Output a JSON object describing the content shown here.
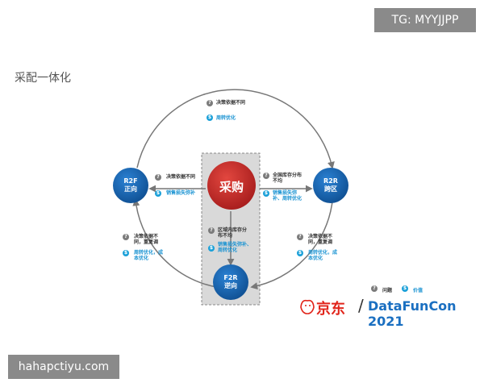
{
  "watermark_top": "TG: MYYJJPP",
  "watermark_bottom": "hahapctiyu.com",
  "page_title": "采配一体化",
  "nodes": {
    "center": "采购",
    "r2f_line1": "R2F",
    "r2f_line2": "正向",
    "r2r_line1": "R2R",
    "r2r_line2": "跨区",
    "f2r_line1": "F2R",
    "f2r_line2": "逆向"
  },
  "annotations": {
    "top_q": "决策依据不同",
    "top_s": "周转优化",
    "left_q": "决策依据不同",
    "left_s": "销售损失弥补",
    "right_q": "全国库存分布不均",
    "right_s": "销售损失弥补、周转优化",
    "center_q": "区域内库存分布不均",
    "center_s": "销售损失弥补、周转优化",
    "bl_q": "决策依据不同，重复调",
    "bl_s": "周转优化，成本优化",
    "br_q": "决策依据不同，重复调",
    "br_s": "周转优化，成本优化"
  },
  "icons": {
    "question": "?",
    "dollar": "$"
  },
  "legend": {
    "problem": "问题",
    "value": "价值"
  },
  "logo": {
    "brand": "京东",
    "slash": "/",
    "event": "DataFunCon 2021"
  },
  "colors": {
    "node_blue": "#1565b0",
    "center_red": "#c62828",
    "accent_cyan": "#1a93d2",
    "ring_gray": "#777777"
  }
}
